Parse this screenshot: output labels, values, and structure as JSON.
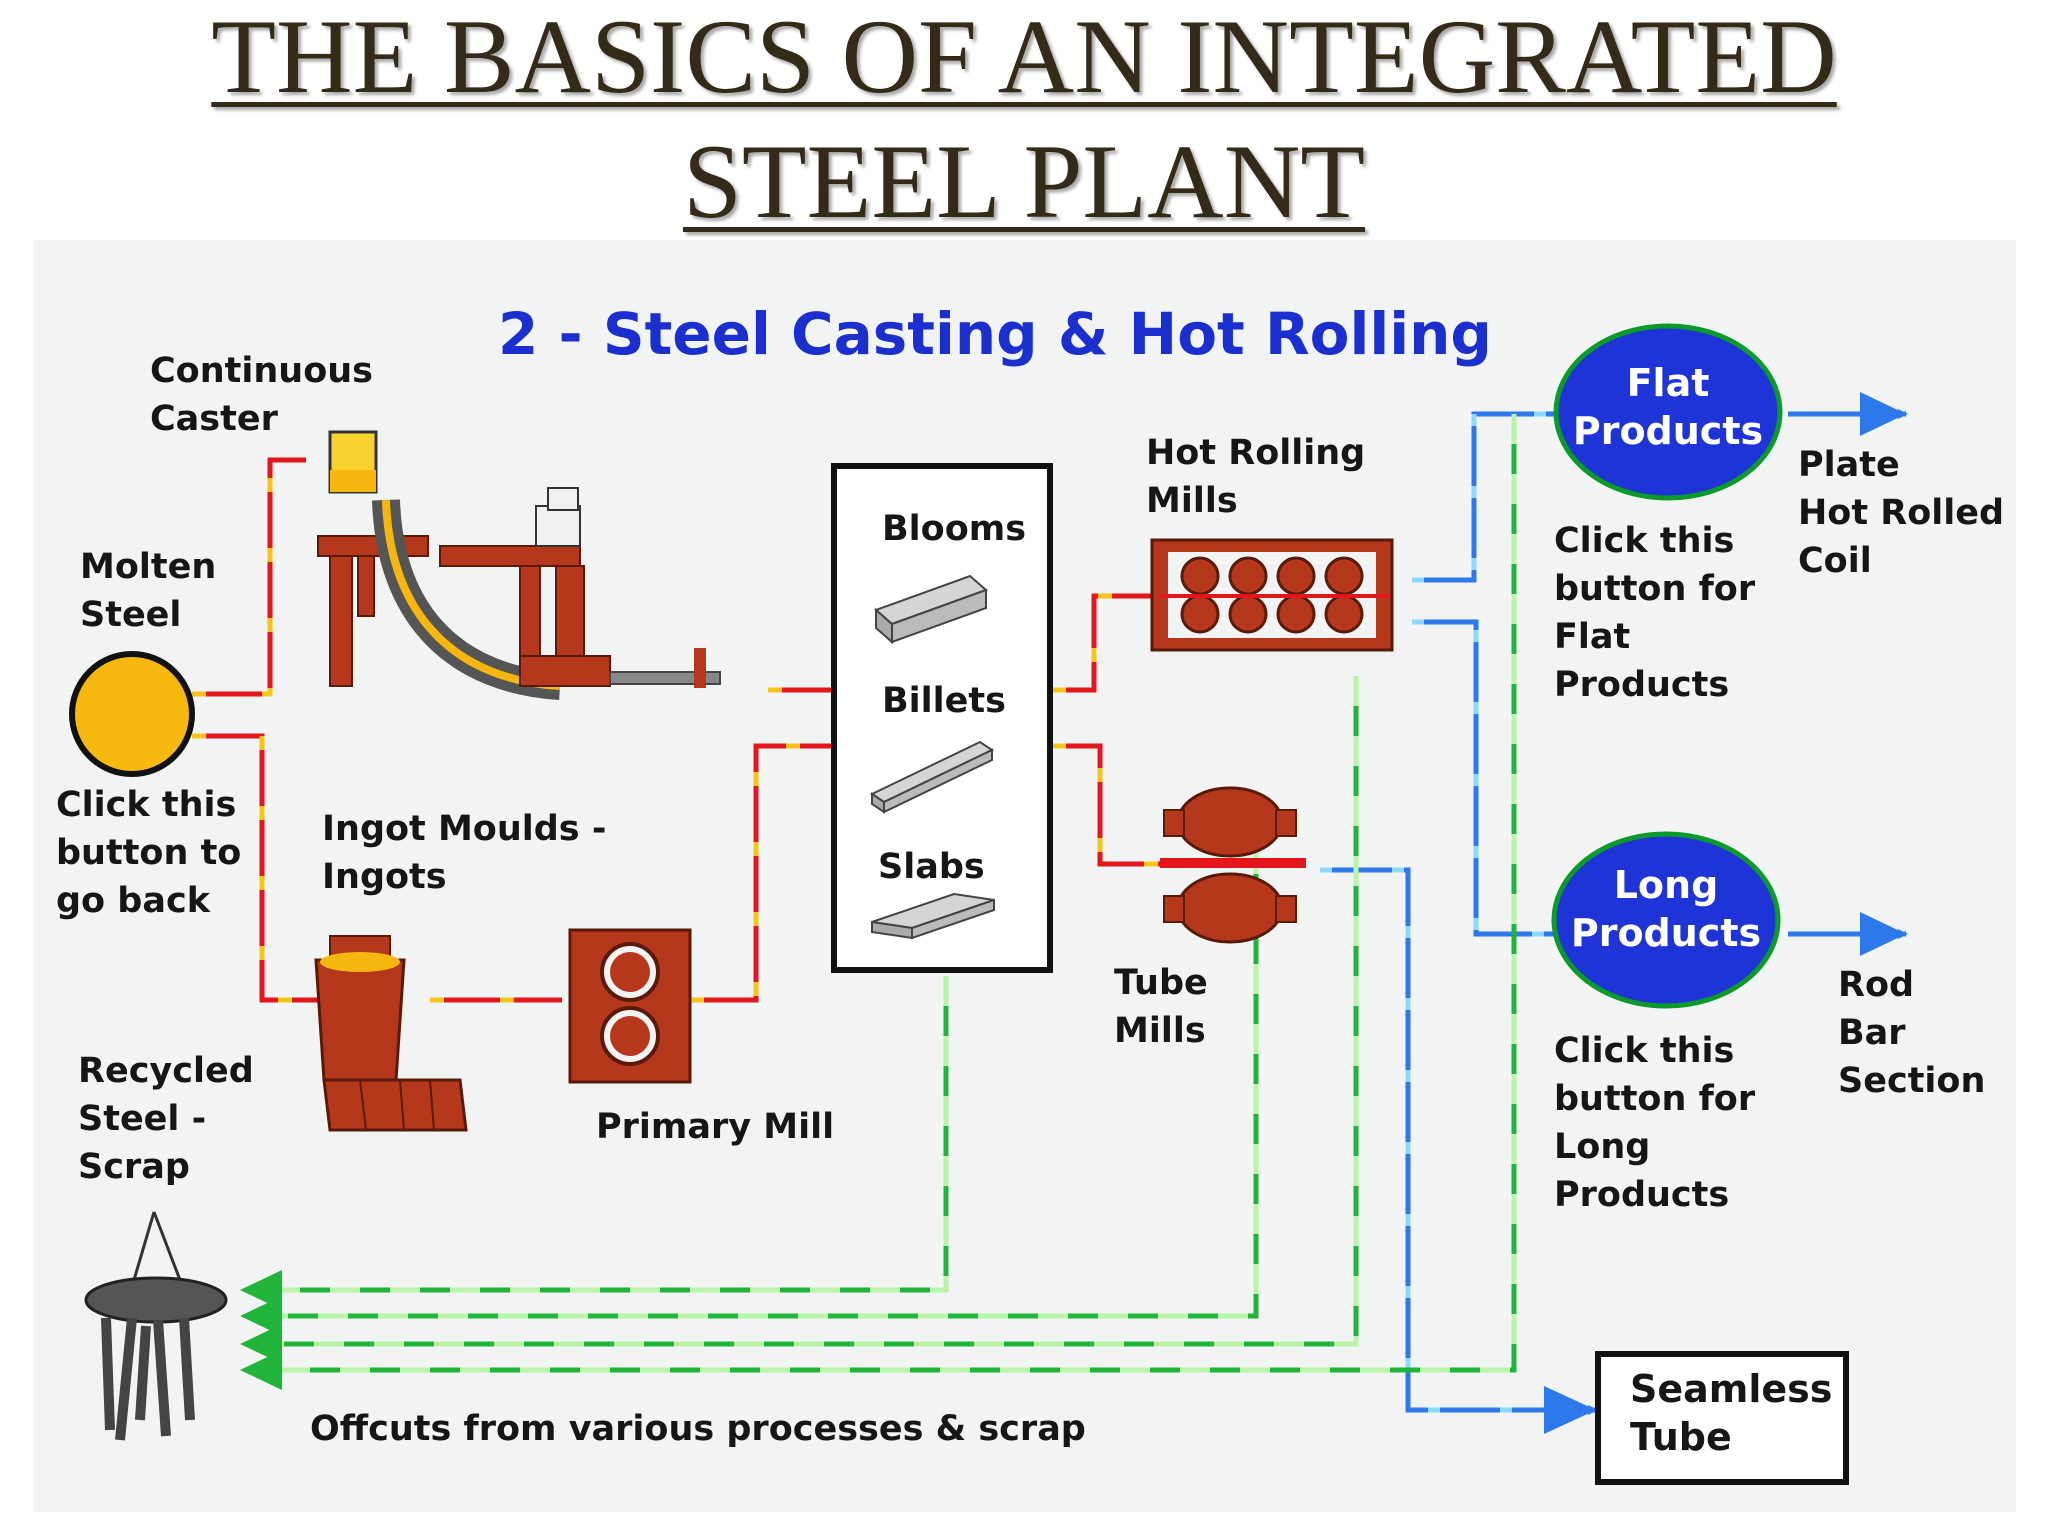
{
  "title": {
    "line1": "THE BASICS OF AN INTEGRATED",
    "line2": "STEEL PLANT"
  },
  "diagram": {
    "heading": "2 - Steel Casting & Hot Rolling",
    "molten_steel": "Molten|Steel",
    "back_button_caption": "Click this|button to|go back",
    "continuous_caster": "Continuous|Caster",
    "ingot_moulds": "Ingot Moulds -|Ingots",
    "primary_mill": "Primary Mill",
    "blooms": "Blooms",
    "billets": "Billets",
    "slabs": "Slabs",
    "hot_rolling_mills": "Hot Rolling|Mills",
    "tube_mills": "Tube|Mills",
    "flat_button": "Flat|Products",
    "flat_caption": "Click this|button for|Flat|Products",
    "flat_outputs": "Plate|Hot Rolled|Coil",
    "long_button": "Long|Products",
    "long_caption": "Click this|button for|Long|Products",
    "long_outputs": "Rod|Bar|Section",
    "seamless_tube": "Seamless|Tube",
    "recycled": "Recycled|Steel -|Scrap",
    "offcuts": "Offcuts from various processes & scrap"
  },
  "colors": {
    "title_text": "#332a18",
    "heading_blue": "#1b2fcf",
    "button_blue": "#1f34d6",
    "button_border": "#0c9a2a",
    "line_red": "#e3161c",
    "line_yellow": "#f5c518",
    "line_blue": "#2d78ea",
    "line_cyan": "#8ed8ff",
    "line_green": "#21b43a",
    "line_lightgreen": "#b8f5a8",
    "machine_red": "#b5381c",
    "molten_gold": "#f7b90f"
  }
}
